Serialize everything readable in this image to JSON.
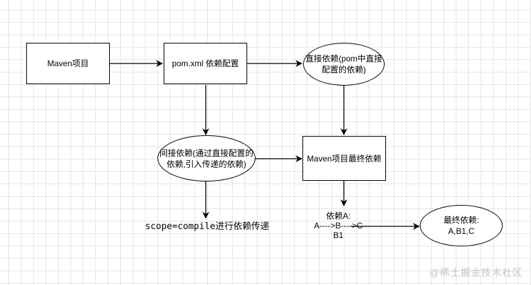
{
  "nodes": {
    "maven_project": "Maven项目",
    "pom_config": "pom.xml 依赖配置",
    "direct_dep": [
      "直接依赖(pom中直接",
      "配置的依赖)"
    ],
    "indirect_dep": [
      "间接依赖(通过直接配置的",
      "依赖,引入传递的依赖)"
    ],
    "final_dep": "Maven项目最终依赖",
    "result": [
      "最终依赖:",
      "A,B1,C"
    ]
  },
  "labels": {
    "scope_prefix": "scope=compile",
    "scope_suffix": "进行依赖传递",
    "chain": [
      "依赖A:",
      "A---->B---->C",
      "B1"
    ]
  },
  "watermark": "@稀土掘金技术社区",
  "colors": {
    "stroke": "#000000",
    "grid": "#e6e6e6",
    "watermark": "#c4c4c4"
  }
}
